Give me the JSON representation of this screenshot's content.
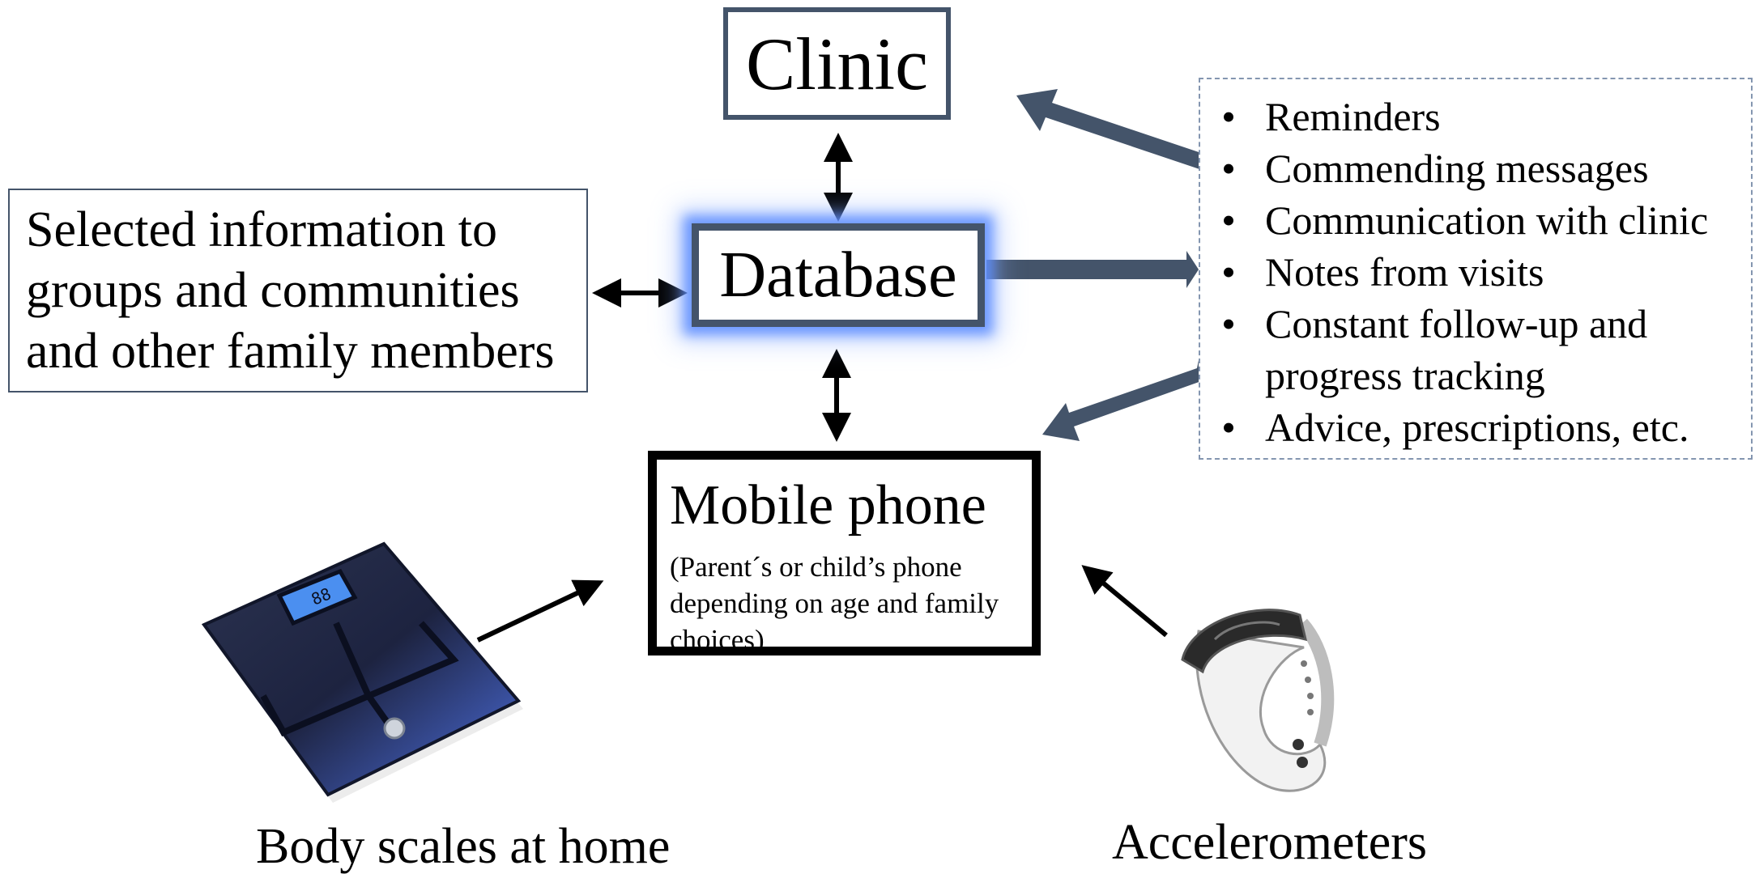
{
  "clinic": {
    "label": "Clinic"
  },
  "database": {
    "label": "Database"
  },
  "info_box": {
    "lines": [
      "Selected information to",
      "groups and communities",
      "and other family members"
    ]
  },
  "features_list": {
    "bullet": "•",
    "items": [
      "Reminders",
      "Commending messages",
      "Communication with clinic",
      "Notes from visits",
      "Constant follow-up and",
      "progress tracking",
      "Advice, prescriptions, etc."
    ]
  },
  "mobile_phone": {
    "title": "Mobile phone",
    "note_lines": [
      "(Parent´s or child’s phone",
      "depending on age and family",
      "choices)"
    ]
  },
  "devices": {
    "scales_caption": "Body scales at home",
    "accelerometer_caption": "Accelerometers"
  },
  "colors": {
    "box_border": "#44546a",
    "block_arrow": "#44546a",
    "database_glow": "#5c8cff",
    "list_border": "#8496b0"
  }
}
